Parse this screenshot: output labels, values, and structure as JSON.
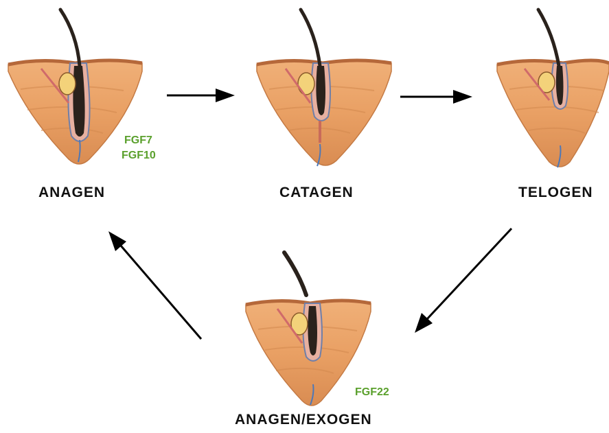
{
  "stages": [
    {
      "label": "ANAGEN",
      "factors": [
        "FGF7",
        "FGF10"
      ]
    },
    {
      "label": "CATAGEN",
      "factors": []
    },
    {
      "label": "TELOGEN",
      "factors": []
    },
    {
      "label": "ANAGEN/EXOGEN",
      "factors": [
        "FGF22"
      ]
    }
  ],
  "colors": {
    "skin": "#e9a064",
    "skin_dark": "#c47a44",
    "epidermis": "#b5683a",
    "hair": "#2a221c",
    "sheath": "#6f7fa8",
    "factor_text": "#5aa02c",
    "arrow": "#000000"
  },
  "icons": {
    "skin_section": "hair-follicle-skin-section",
    "arrow": "arrow"
  }
}
